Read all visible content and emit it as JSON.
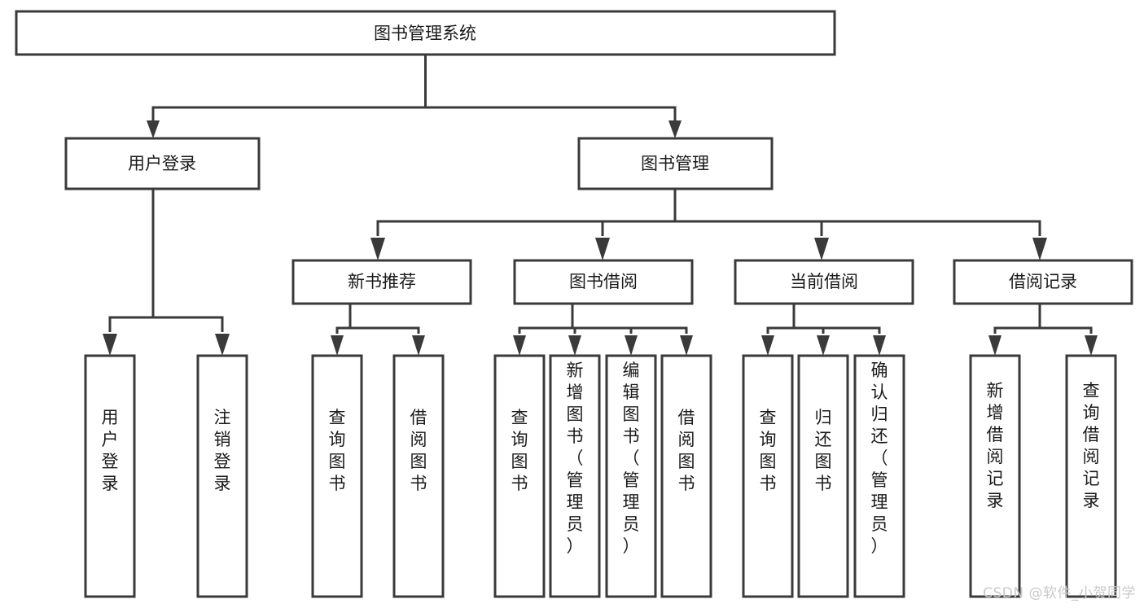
{
  "diagram": {
    "title": "图书管理系统",
    "type": "tree",
    "watermark": "CSDN @软件_小贺同学",
    "colors": {
      "box_stroke": "#3a3a3a",
      "box_fill": "#ffffff",
      "text": "#1a1a1a",
      "watermark": "#c9c9c9",
      "background": "#ffffff"
    },
    "levels": {
      "level1": [
        {
          "id": "root",
          "label": "图书管理系统",
          "orientation": "horizontal"
        }
      ],
      "level2": [
        {
          "id": "login",
          "label": "用户登录",
          "orientation": "horizontal",
          "parent": "root"
        },
        {
          "id": "bookmgr",
          "label": "图书管理",
          "orientation": "horizontal",
          "parent": "root"
        }
      ],
      "level3": [
        {
          "id": "newbook",
          "label": "新书推荐",
          "orientation": "horizontal",
          "parent": "bookmgr"
        },
        {
          "id": "borrow",
          "label": "图书借阅",
          "orientation": "horizontal",
          "parent": "bookmgr"
        },
        {
          "id": "current",
          "label": "当前借阅",
          "orientation": "horizontal",
          "parent": "bookmgr"
        },
        {
          "id": "record",
          "label": "借阅记录",
          "orientation": "horizontal",
          "parent": "bookmgr"
        }
      ],
      "level4": [
        {
          "id": "leaf-user-login",
          "label": "用户登录",
          "orientation": "vertical",
          "parent": "login"
        },
        {
          "id": "leaf-user-logout",
          "label": "注销登录",
          "orientation": "vertical",
          "parent": "login"
        },
        {
          "id": "leaf-query-book-1",
          "label": "查询图书",
          "orientation": "vertical",
          "parent": "newbook"
        },
        {
          "id": "leaf-borrow-book-1",
          "label": "借阅图书",
          "orientation": "vertical",
          "parent": "newbook"
        },
        {
          "id": "leaf-query-book-2",
          "label": "查询图书",
          "orientation": "vertical",
          "parent": "borrow"
        },
        {
          "id": "leaf-add-book",
          "label": "新增图书（管理员）",
          "orientation": "vertical",
          "parent": "borrow"
        },
        {
          "id": "leaf-edit-book",
          "label": "编辑图书（管理员）",
          "orientation": "vertical",
          "parent": "borrow"
        },
        {
          "id": "leaf-borrow-book-2",
          "label": "借阅图书",
          "orientation": "vertical",
          "parent": "borrow"
        },
        {
          "id": "leaf-query-book-3",
          "label": "查询图书",
          "orientation": "vertical",
          "parent": "current"
        },
        {
          "id": "leaf-return-book",
          "label": "归还图书",
          "orientation": "vertical",
          "parent": "current"
        },
        {
          "id": "leaf-confirm-return",
          "label": "确认归还（管理员）",
          "orientation": "vertical",
          "parent": "current"
        },
        {
          "id": "leaf-add-record",
          "label": "新增借阅记录",
          "orientation": "vertical",
          "parent": "record"
        },
        {
          "id": "leaf-query-record",
          "label": "查询借阅记录",
          "orientation": "vertical",
          "parent": "record"
        }
      ]
    }
  }
}
